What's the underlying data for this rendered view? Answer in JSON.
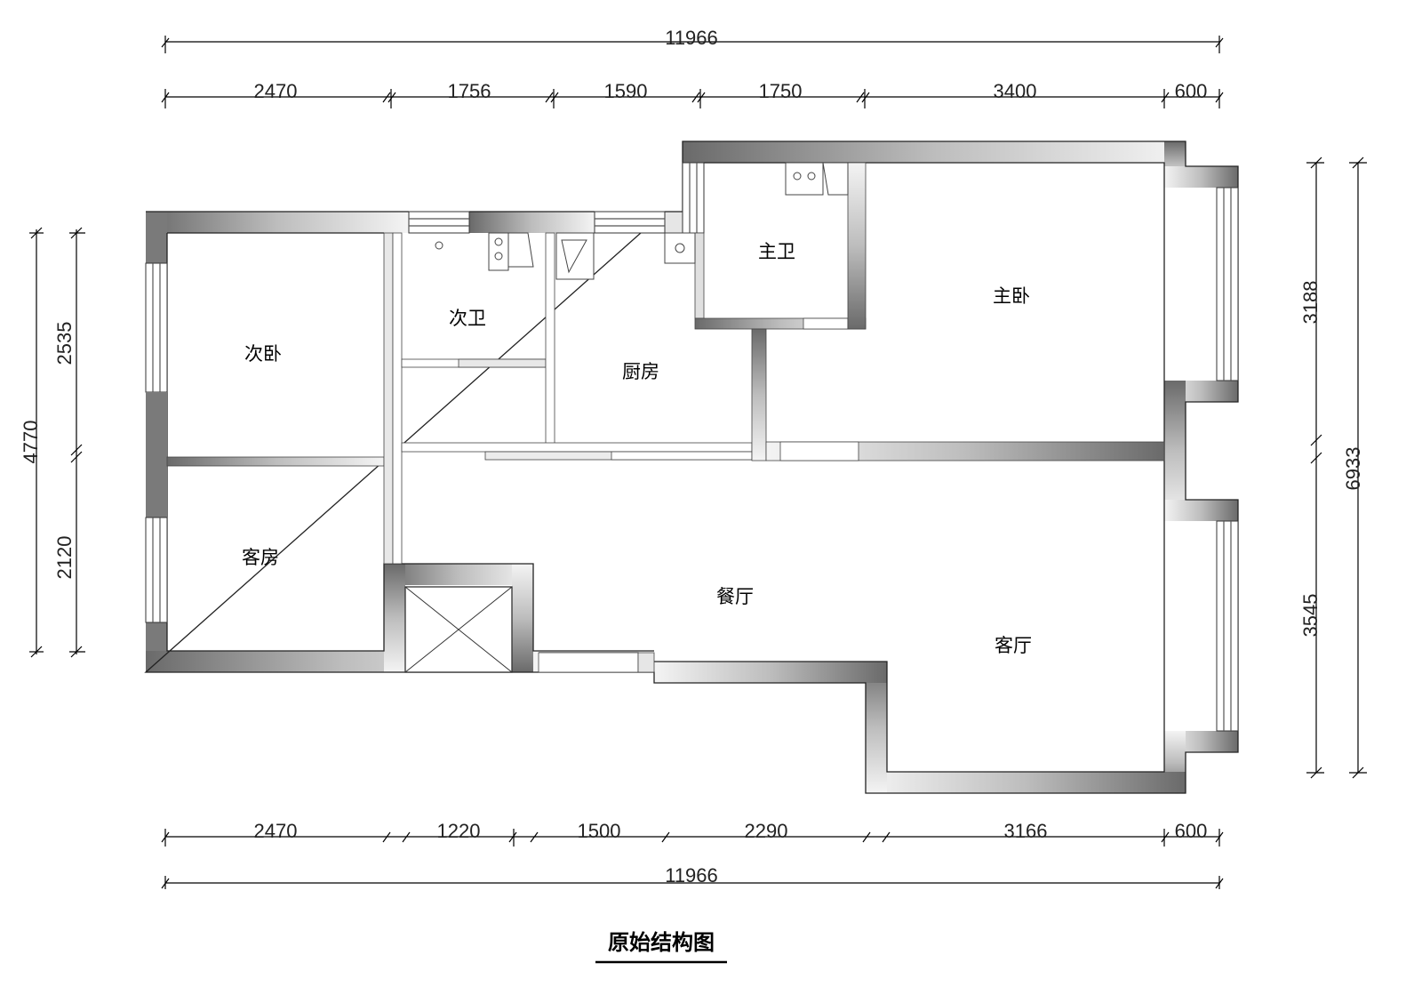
{
  "title": "原始结构图",
  "rooms": {
    "second_bedroom": "次卧",
    "second_bath": "次卫",
    "kitchen": "厨房",
    "master_bath": "主卫",
    "master_bedroom": "主卧",
    "guest_room": "客房",
    "dining_room": "餐厅",
    "living_room": "客厅"
  },
  "dimensions": {
    "top_total": "11966",
    "top_segments": [
      "2470",
      "1756",
      "1590",
      "1750",
      "3400",
      "600"
    ],
    "bottom_segments": [
      "2470",
      "1220",
      "1500",
      "2290",
      "3166",
      "600"
    ],
    "bottom_total": "11966",
    "left_total": "4770",
    "left_segments": [
      "2535",
      "2120"
    ],
    "right_segments": [
      "3188",
      "3545"
    ],
    "right_total": "6933"
  },
  "colors": {
    "wall_dark": "#6e6e6e",
    "wall_light": "#f2f2f2",
    "line": "#000000"
  }
}
